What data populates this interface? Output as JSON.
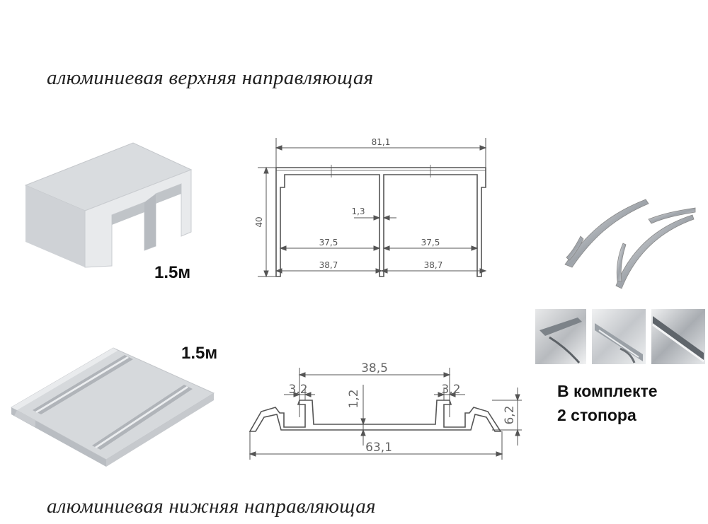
{
  "titles": {
    "top": "алюминиевая верхняя направляющая",
    "bottom": "алюминиевая нижняя направляющая"
  },
  "lengths": {
    "top_profile": "1.5м",
    "bottom_profile": "1.5м"
  },
  "kit": {
    "line1": "В комплекте",
    "line2": "2 стопора"
  },
  "top_drawing": {
    "overall_width": "81,1",
    "height": "40",
    "wall": "1,3",
    "inner_left": "37,5",
    "inner_right": "37,5",
    "outer_left": "38,7",
    "outer_right": "38,7"
  },
  "bottom_drawing": {
    "groove_span": "38,5",
    "groove_left": "3,2",
    "groove_right": "3,2",
    "base_thickness": "1,2",
    "height": "6,2",
    "overall_width": "63,1"
  },
  "colors": {
    "aluminium_light": "#e4e6e9",
    "aluminium_mid": "#c7cacf",
    "aluminium_dark": "#a9adb3",
    "line": "#555555"
  }
}
